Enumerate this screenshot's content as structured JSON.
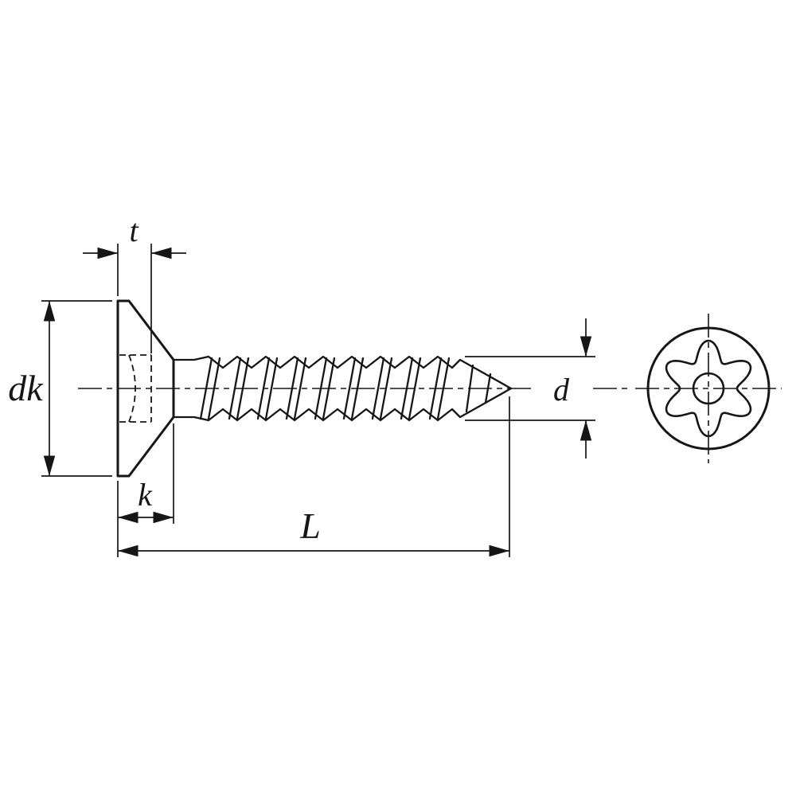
{
  "drawing": {
    "type": "technical-drawing-countersunk-torx-security-screw",
    "labels": {
      "head_rim_thickness": "t",
      "head_diameter": "dk",
      "head_height": "k",
      "total_length": "L",
      "thread_diameter": "d"
    },
    "colors": {
      "line": "#161616",
      "background": "#ffffff"
    }
  }
}
